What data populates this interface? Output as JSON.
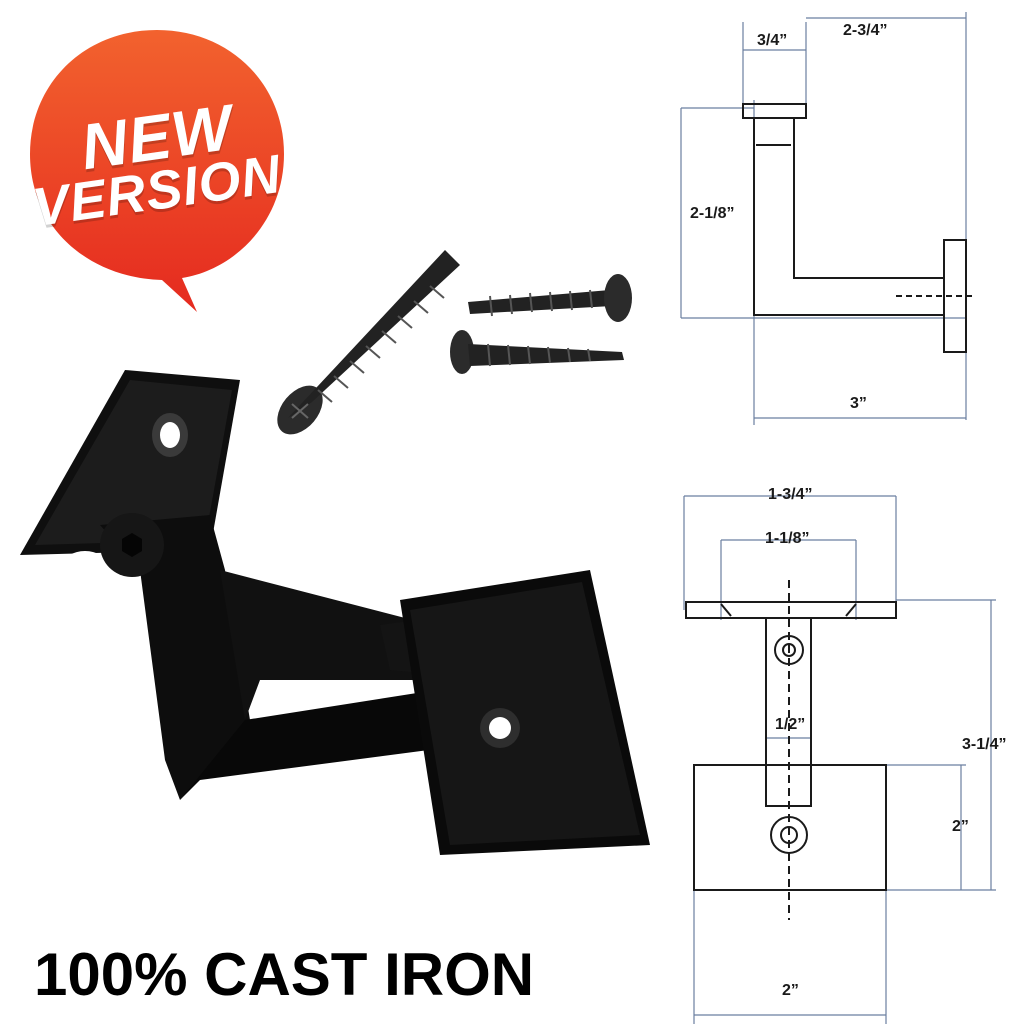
{
  "badge": {
    "line1": "NEW",
    "line2": "VERSION",
    "color_top": "#f2562b",
    "color_bottom": "#e8281e"
  },
  "headline": "100% CAST IRON",
  "product": {
    "color": "#0d0d0d",
    "highlight": "#2a2a2a"
  },
  "side_view": {
    "dims": {
      "top_plate_width": "3/4”",
      "overall_width": "2-3/4”",
      "height": "2-1/8”",
      "depth": "3”"
    },
    "line_color": "#6b7fa0"
  },
  "top_view": {
    "dims": {
      "plate_width": "1-3/4”",
      "hole_spacing": "1-1/8”",
      "arm_width": "1/2”",
      "overall_length": "3-1/4”",
      "base_height": "2”",
      "base_width": "2”"
    },
    "line_color": "#6b7fa0"
  }
}
